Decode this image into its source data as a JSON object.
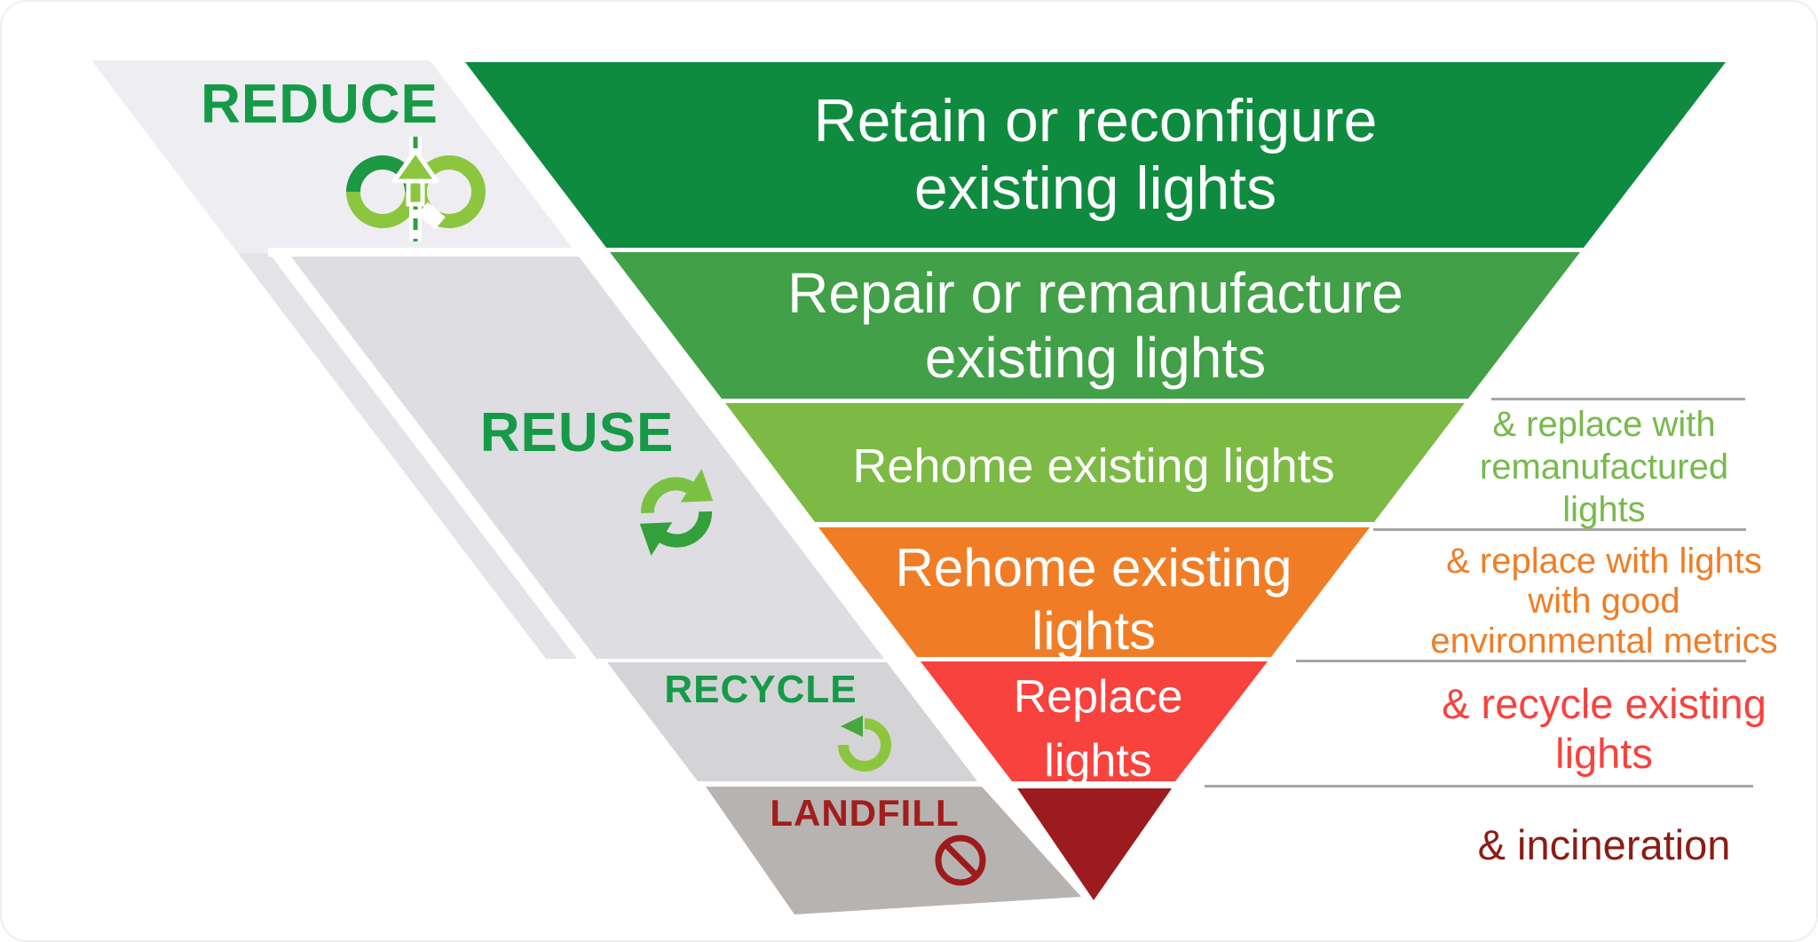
{
  "card": {
    "background": "#ffffff",
    "border_color": "#eeeef1"
  },
  "side_labels": [
    {
      "label": "REDUCE",
      "color": "#169a47",
      "icon": "loop-arrows-icon"
    },
    {
      "label": "REUSE",
      "color": "#169a47",
      "icon": "cycle-arrows-icon"
    },
    {
      "label": "RECYCLE",
      "color": "#169a47",
      "icon": "circular-arrow-icon"
    },
    {
      "label": "LANDFILL",
      "color": "#a31c1c",
      "icon": "no-entry-icon"
    }
  ],
  "panel_colors": {
    "backdrop": "#e4e4e8",
    "reduce": "#eeeef2",
    "reuse": "#dddde2",
    "recycle": "#d4d4d7",
    "landfill": "#b7b3b1"
  },
  "pyramid_levels": [
    {
      "label": "Retain or reconfigure existing lights",
      "color": "#0e8b3f"
    },
    {
      "label": "Repair or remanufacture existing lights",
      "color": "#41a048"
    },
    {
      "label": "Rehome existing lights",
      "color": "#7cba45"
    },
    {
      "label": "Rehome existing lights",
      "color": "#f07d26"
    },
    {
      "label": "Replace lights",
      "color": "#f8423d"
    },
    {
      "label": "",
      "color": "#9c1b1e"
    }
  ],
  "annotations": [
    {
      "text": "& replace with remanufactured lights",
      "color": "#76ba4b"
    },
    {
      "text": "& replace with lights with good environmental metrics",
      "color": "#f07d26"
    },
    {
      "text": "& recycle existing lights",
      "color": "#f8423d"
    },
    {
      "text": "& incineration",
      "color": "#8c1c13"
    }
  ],
  "divider_color": "#a6a6a6",
  "icon_colors": {
    "dark_green": "#1d9845",
    "mid_green": "#33a03c",
    "light_green": "#8cc63f",
    "dark_red": "#9e1b1c"
  }
}
